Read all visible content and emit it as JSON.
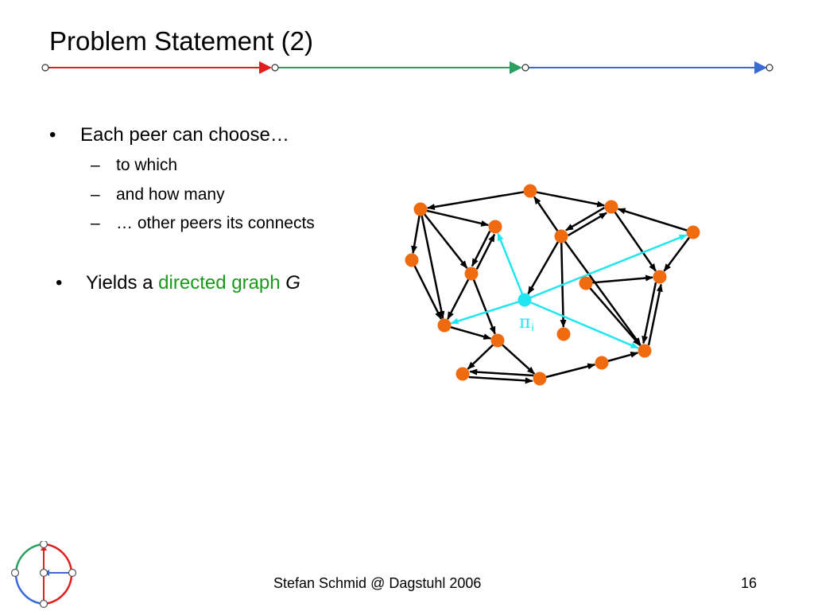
{
  "slide": {
    "title": "Problem Statement (2)",
    "bullets": [
      {
        "marker": "•",
        "text": "Each peer can choose…",
        "sub": [
          {
            "marker": "–",
            "text": "to which"
          },
          {
            "marker": "–",
            "text": "and how many"
          },
          {
            "marker": "–",
            "text": "… other peers its connects"
          }
        ]
      },
      {
        "marker": "•",
        "text_before": "Yields a ",
        "text_highlight": "directed graph",
        "text_space": " ",
        "text_italic": "G"
      }
    ],
    "graph_label": {
      "symbol": "π",
      "subscript": "i"
    },
    "footer": {
      "author": "Stefan Schmid @ Dagstuhl 2006",
      "page": "16"
    }
  },
  "colors": {
    "node": "#f06a10",
    "edge": "#000000",
    "highlight": "#1fe6f0",
    "accent_green": "#1a9a1a",
    "rule_red": "#e02020",
    "rule_green": "#2aa060",
    "rule_blue": "#3a6ad8"
  }
}
